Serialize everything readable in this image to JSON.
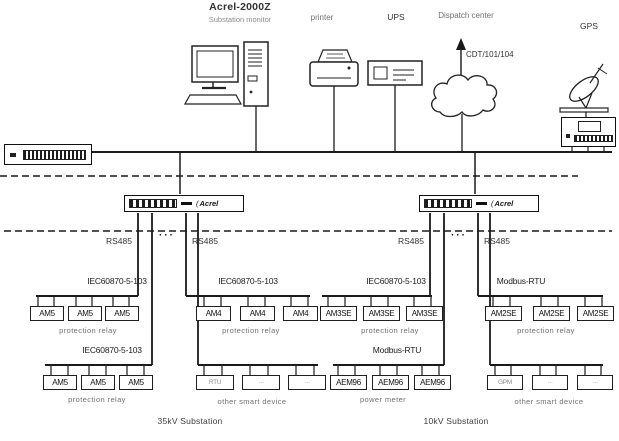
{
  "header": {
    "system_title": "Acrel-2000Z",
    "system_subtitle": "Substation monitor",
    "printer_label": "printer",
    "ups_label": "UPS",
    "dispatch_label": "Dispatch center",
    "dispatch_protocol": "CDT/101/104",
    "gps_label": "GPS"
  },
  "gateway": {
    "brand": "Acrel"
  },
  "bus_labels": {
    "rs485_1": "RS485",
    "rs485_2": "RS485",
    "rs485_3": "RS485",
    "rs485_4": "RS485",
    "ellipsis_left": "···",
    "ellipsis_right": "···"
  },
  "groups": [
    {
      "protocol": "IEC60870-5-103",
      "devices": [
        "AM5",
        "AM5",
        "AM5"
      ],
      "caption": "protection relay"
    },
    {
      "protocol": "IEC60870-5-103",
      "devices": [
        "AM4",
        "AM4",
        "AM4"
      ],
      "caption": "protection relay"
    },
    {
      "protocol": "IEC60870-5-103",
      "devices": [
        "AM3SE",
        "AM3SE",
        "AM3SE"
      ],
      "caption": "protection relay"
    },
    {
      "protocol": "Modbus-RTU",
      "devices": [
        "AM2SE",
        "AM2SE",
        "AM2SE"
      ],
      "caption": "protection relay"
    },
    {
      "protocol": "IEC60870-5-103",
      "devices": [
        "AM5",
        "AM5",
        "AM5"
      ],
      "caption": "protection relay"
    },
    {
      "protocol": "",
      "devices": [
        "RTU",
        "···",
        "···"
      ],
      "caption": "other smart device"
    },
    {
      "protocol": "Modbus-RTU",
      "devices": [
        "AEM96",
        "AEM96",
        "AEM96"
      ],
      "caption": "power meter"
    },
    {
      "protocol": "",
      "devices": [
        "GPM",
        "···",
        "···"
      ],
      "caption": "other smart device"
    }
  ],
  "footer": {
    "left_caption": "35kV Substation",
    "right_caption": "10kV Substation"
  }
}
